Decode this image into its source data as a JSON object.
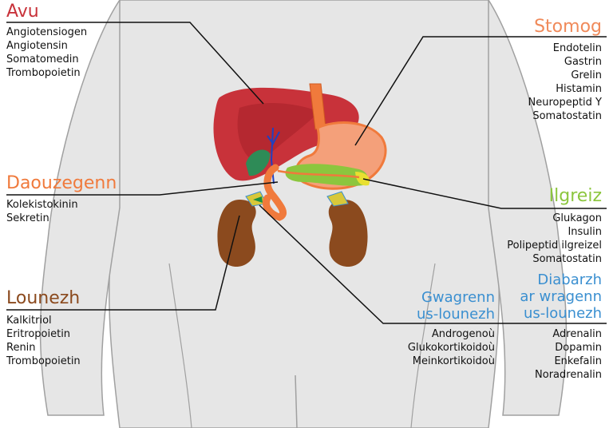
{
  "colors": {
    "liver": "#c8323a",
    "stomach": "#f07a3c",
    "duodenum": "#f07a3c",
    "pancreas": "#8cc63e",
    "kidney": "#8b4a1e",
    "adrenal": "#3a8fd0",
    "body": "#e6e6e6",
    "body_outline": "#a0a0a0"
  },
  "groups": {
    "avu": {
      "title": "Avu",
      "items": [
        "Angiotensiogen",
        "Angiotensin",
        "Somatomedin",
        "Trombopoietin"
      ]
    },
    "stomog": {
      "title": "Stomog",
      "items": [
        "Endotelin",
        "Gastrin",
        "Grelin",
        "Histamin",
        "Neuropeptid Y",
        "Somatostatin"
      ]
    },
    "daouzegenn": {
      "title": "Daouzegenn",
      "items": [
        "Kolekistokinin",
        "Sekretin"
      ]
    },
    "ilgreiz": {
      "title": "Ilgreiz",
      "items": [
        "Glukagon",
        "Insulin",
        "Polipeptid ilgreizel",
        "Somatostatin"
      ]
    },
    "lounezh": {
      "title": "Lounezh",
      "items": [
        "Kalkitriol",
        "Eritropoietin",
        "Renin",
        "Trombopoietin"
      ]
    },
    "gwagrenn": {
      "title_lines": [
        "Gwagrenn",
        "us-lounezh"
      ],
      "items": [
        "Androgenoù",
        "Glukokortikoidoù",
        "Meinkortikoidoù"
      ]
    },
    "diabarzh": {
      "title_lines": [
        "Diabarzh",
        "ar wragenn",
        "us-lounezh"
      ],
      "items": [
        "Adrenalin",
        "Dopamin",
        "Enkefalin",
        "Noradrenalin"
      ]
    }
  }
}
